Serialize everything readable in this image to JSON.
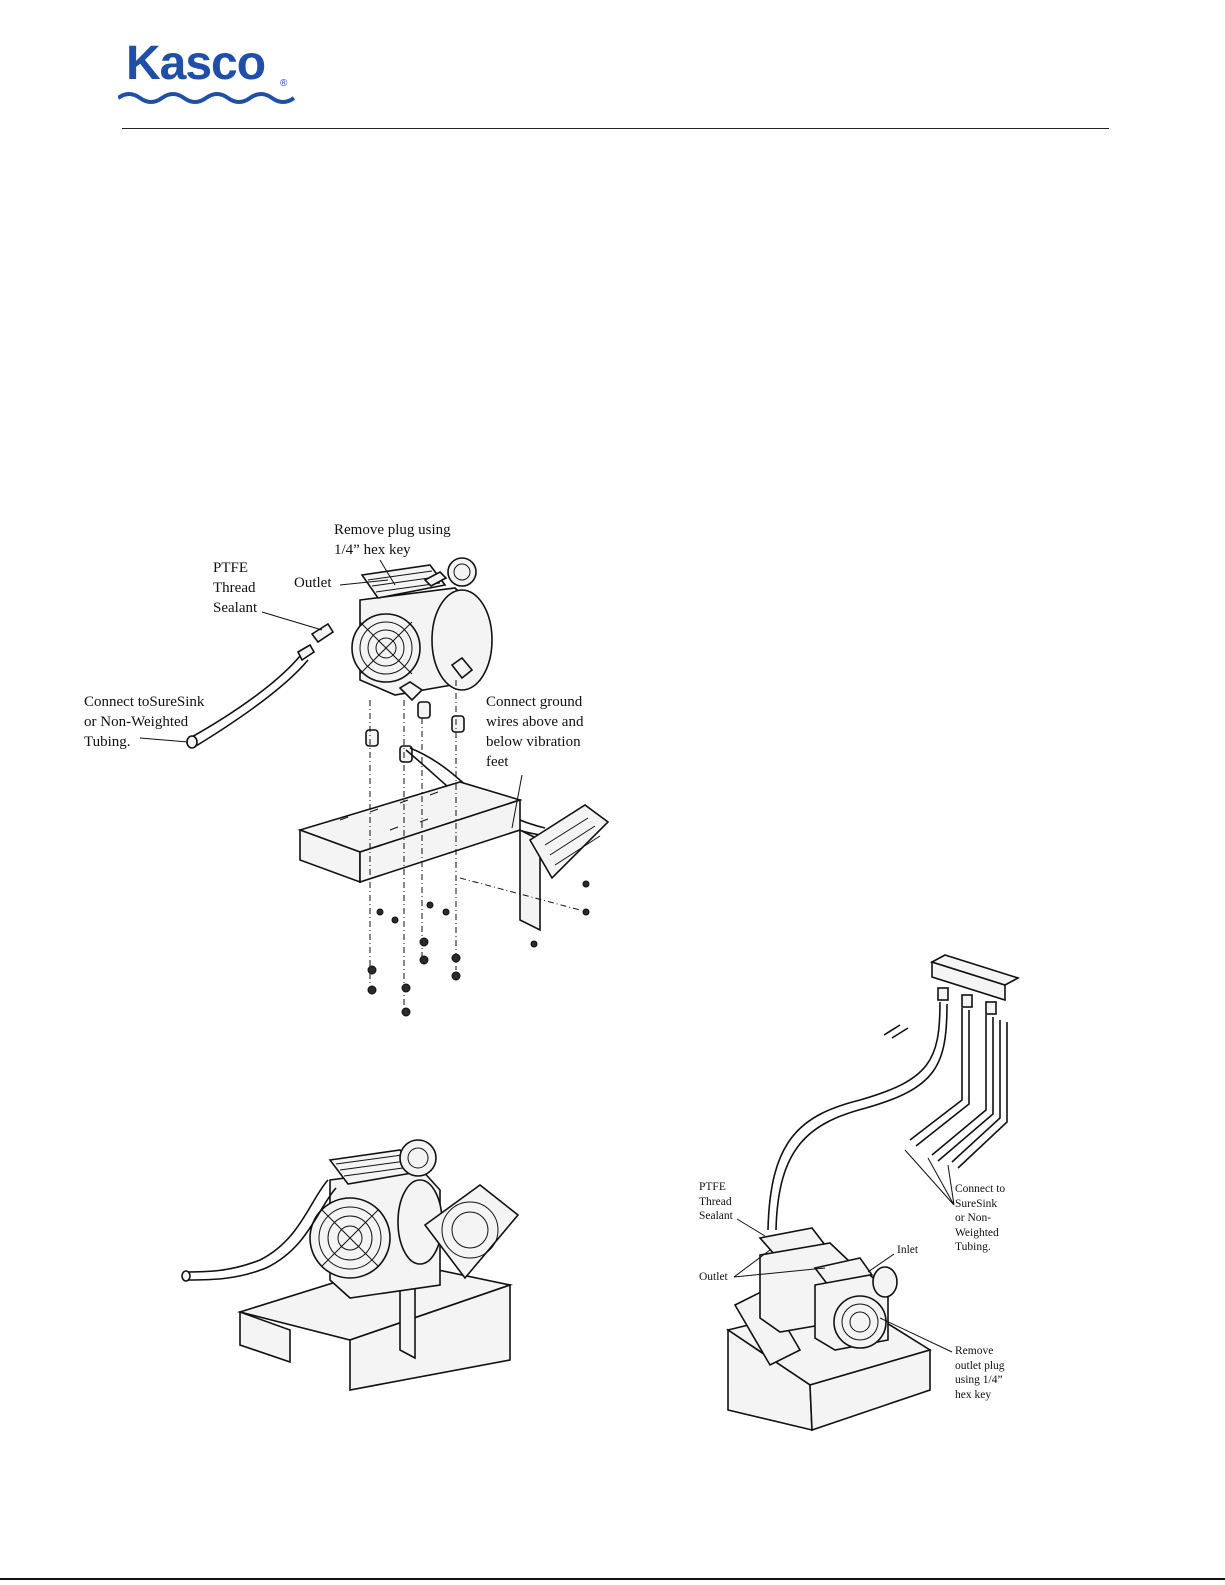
{
  "header": {
    "brand": "Kasco",
    "registered_mark": "®",
    "colors": {
      "brand_blue": "#1f4fa8",
      "rule": "#222222"
    }
  },
  "figure1": {
    "labels": {
      "remove_plug": "Remove plug using\n1/4” hex key",
      "ptfe": "PTFE\nThread\nSealant",
      "outlet": "Outlet",
      "connect_tubing": "Connect toSureSink\nor Non-Weighted\nTubing.",
      "ground_wires": "Connect ground\nwires above and\nbelow vibration\nfeet"
    }
  },
  "figure3": {
    "labels": {
      "ptfe": "PTFE\nThread\nSealant",
      "outlet": "Outlet",
      "inlet": "Inlet",
      "connect_tubing": "Connect to\nSureSink\nor Non-\nWeighted\nTubing.",
      "remove_outlet_plug": "Remove\noutlet plug\nusing 1/4”\nhex key"
    }
  }
}
